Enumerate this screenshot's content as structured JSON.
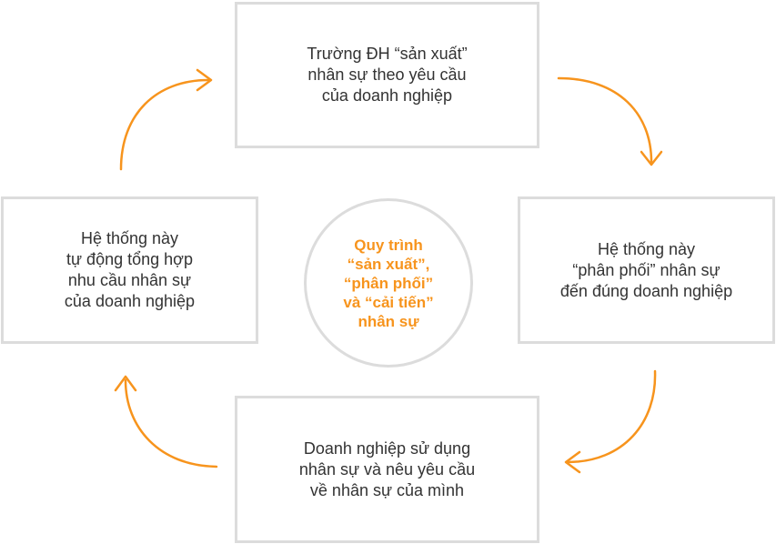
{
  "diagram": {
    "accent_color": "#f7941d",
    "border_color": "#dcdcdc",
    "center_label": "Quy trình\n“sản xuất”,\n“phân phối”\nvà “cải tiến”\nnhân sự",
    "steps": [
      {
        "text": "Trường ĐH “sản xuất”\nnhân sự theo yêu cầu\ncủa doanh nghiệp"
      },
      {
        "text": "Hệ thống này\n“phân phối” nhân sự\nđến đúng doanh nghiệp"
      },
      {
        "text": "Doanh nghiệp sử dụng\nnhân sự và nêu yêu cầu\nvề nhân sự của mình"
      },
      {
        "text": "Hệ thống này\ntự động tổng hợp\nnhu cầu nhân sự\ncủa doanh nghiệp"
      }
    ]
  }
}
